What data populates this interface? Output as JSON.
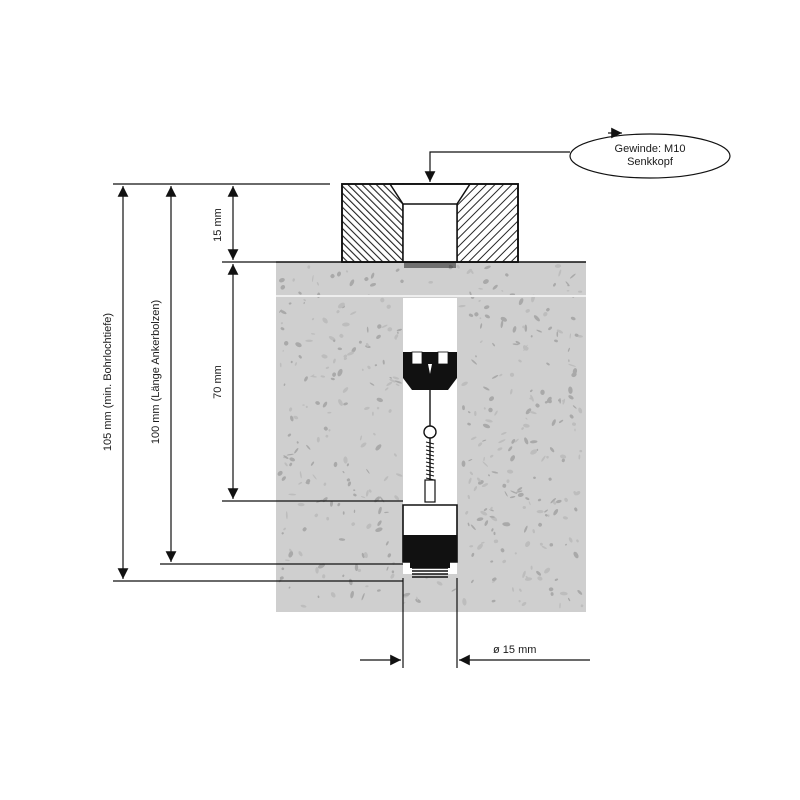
{
  "callout": {
    "line1": "Gewinde: M10",
    "line2": "Senkkopf"
  },
  "dimensions": {
    "top_gap": "15 mm",
    "depth_70": "70 mm",
    "bolt_length": "100 mm (Länge Ankerbolzen)",
    "drill_depth": "105 mm (min. Bohrlochtiefe)",
    "diameter": "ø 15 mm"
  },
  "colors": {
    "concrete": "#cfcfcf",
    "speckle": "#a9a9a9",
    "hatch": "#222222",
    "ink": "#111111"
  }
}
